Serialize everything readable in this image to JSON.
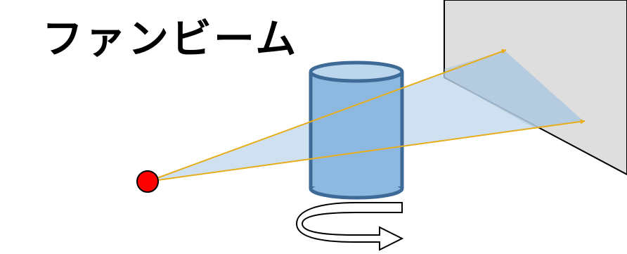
{
  "title": "ファンビーム",
  "colors": {
    "background": "#ffffff",
    "detector_fill": "#dedede",
    "detector_stroke": "#000000",
    "beam_fill": "#bcd6ea",
    "cylinder_body": "#8db8e0",
    "cylinder_top": "#bcd6ee",
    "cylinder_stroke": "#3e6a98",
    "ray": "#e6ad1c",
    "source": "#ff0000",
    "rotation_arrow_fill": "#ffffff",
    "rotation_arrow_stroke": "#000000"
  },
  "elements": {
    "source": "x-ray-source-dot",
    "object": "cylinder-phantom",
    "detector": "detector-panel",
    "rotation": "rotation-arrow-icon",
    "rays": [
      "fan-beam-upper-ray",
      "fan-beam-lower-ray"
    ]
  }
}
